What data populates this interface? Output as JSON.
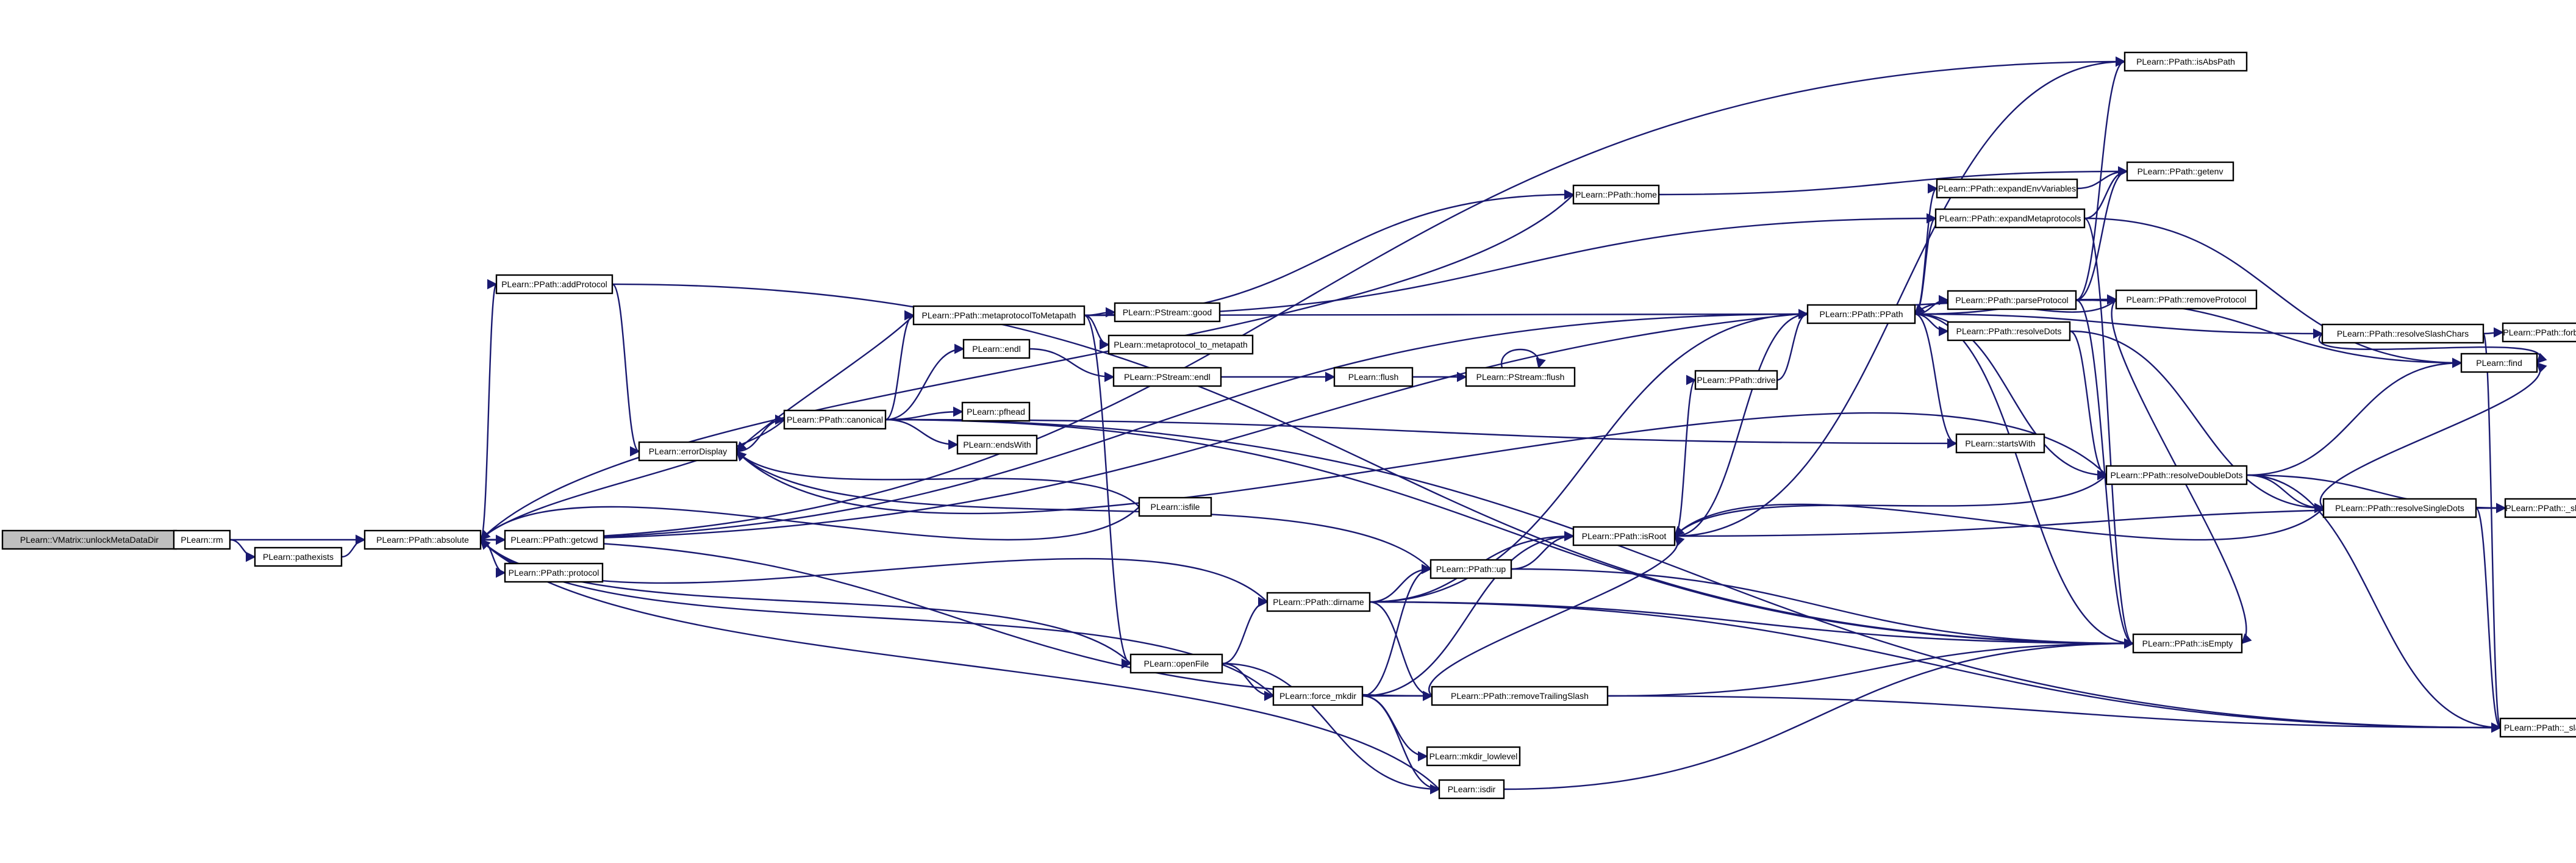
{
  "graph": {
    "nodes": [
      {
        "id": "n0",
        "label": "PLearn::VMatrix::unlockMetaDataDir",
        "root": true
      },
      {
        "id": "n1",
        "label": "PLearn::rm"
      },
      {
        "id": "n2",
        "label": "PLearn::pathexists"
      },
      {
        "id": "n3",
        "label": "PLearn::PPath::absolute"
      },
      {
        "id": "n4",
        "label": "PLearn::PPath::addProtocol"
      },
      {
        "id": "n5",
        "label": "PLearn::PPath::getcwd"
      },
      {
        "id": "n6",
        "label": "PLearn::PPath::protocol"
      },
      {
        "id": "n7",
        "label": "PLearn::errorDisplay"
      },
      {
        "id": "n8",
        "label": "PLearn::PPath::canonical"
      },
      {
        "id": "n9",
        "label": "PLearn::PPath::metaprotocolToMetapath"
      },
      {
        "id": "n10",
        "label": "PLearn::endl"
      },
      {
        "id": "n11",
        "label": "PLearn::PStream::good"
      },
      {
        "id": "n12",
        "label": "PLearn::metaprotocol_to_metapath"
      },
      {
        "id": "n13",
        "label": "PLearn::PStream::endl"
      },
      {
        "id": "n14",
        "label": "PLearn::flush"
      },
      {
        "id": "n15",
        "label": "PLearn::PStream::flush"
      },
      {
        "id": "n16",
        "label": "PLearn::pfhead"
      },
      {
        "id": "n17",
        "label": "PLearn::endsWith"
      },
      {
        "id": "n18",
        "label": "PLearn::isfile"
      },
      {
        "id": "n19",
        "label": "PLearn::openFile"
      },
      {
        "id": "n20",
        "label": "PLearn::force_mkdir"
      },
      {
        "id": "n21",
        "label": "PLearn::PPath::dirname"
      },
      {
        "id": "n22",
        "label": "PLearn::PPath::up"
      },
      {
        "id": "n23",
        "label": "PLearn::PPath::removeTrailingSlash"
      },
      {
        "id": "n24",
        "label": "PLearn::mkdir_lowlevel"
      },
      {
        "id": "n25",
        "label": "PLearn::isdir"
      },
      {
        "id": "n26",
        "label": "PLearn::PPath::home"
      },
      {
        "id": "n27",
        "label": "PLearn::PPath::drive"
      },
      {
        "id": "n28",
        "label": "PLearn::PPath::isRoot"
      },
      {
        "id": "n29",
        "label": "PLearn::PPath::PPath"
      },
      {
        "id": "n30",
        "label": "PLearn::PPath::expandEnvVariables"
      },
      {
        "id": "n31",
        "label": "PLearn::PPath::expandMetaprotocols"
      },
      {
        "id": "n32",
        "label": "PLearn::PPath::parseProtocol"
      },
      {
        "id": "n33",
        "label": "PLearn::PPath::resolveDots"
      },
      {
        "id": "n34",
        "label": "PLearn::startsWith"
      },
      {
        "id": "n35",
        "label": "PLearn::PPath::isAbsPath"
      },
      {
        "id": "n36",
        "label": "PLearn::PPath::getenv"
      },
      {
        "id": "n37",
        "label": "PLearn::PPath::removeProtocol"
      },
      {
        "id": "n38",
        "label": "PLearn::PPath::resolveDoubleDots"
      },
      {
        "id": "n39",
        "label": "PLearn::PPath::resolveSingleDots"
      },
      {
        "id": "n40",
        "label": "PLearn::PPath::isEmpty"
      },
      {
        "id": "n41",
        "label": "PLearn::PPath::resolveSlashChars"
      },
      {
        "id": "n42",
        "label": "PLearn::PPath::forbidden_chars"
      },
      {
        "id": "n43",
        "label": "PLearn::find"
      },
      {
        "id": "n44",
        "label": "PLearn::PPath::_slash"
      },
      {
        "id": "n45",
        "label": "PLearn::PPath::_slash_char"
      }
    ],
    "edges": [
      [
        "n0",
        "n1"
      ],
      [
        "n1",
        "n2"
      ],
      [
        "n1",
        "n3"
      ],
      [
        "n2",
        "n3"
      ],
      [
        "n3",
        "n4"
      ],
      [
        "n3",
        "n5"
      ],
      [
        "n3",
        "n6"
      ],
      [
        "n3",
        "n35"
      ],
      [
        "n3",
        "n29"
      ],
      [
        "n3",
        "n37"
      ],
      [
        "n3",
        "n23"
      ],
      [
        "n4",
        "n7"
      ],
      [
        "n4",
        "n40"
      ],
      [
        "n7",
        "n8"
      ],
      [
        "n8",
        "n3"
      ],
      [
        "n8",
        "n9"
      ],
      [
        "n8",
        "n10"
      ],
      [
        "n8",
        "n16"
      ],
      [
        "n8",
        "n17"
      ],
      [
        "n8",
        "n34"
      ],
      [
        "n8",
        "n40"
      ],
      [
        "n8",
        "n45"
      ],
      [
        "n9",
        "n7"
      ],
      [
        "n9",
        "n11"
      ],
      [
        "n9",
        "n12"
      ],
      [
        "n9",
        "n26"
      ],
      [
        "n9",
        "n31"
      ],
      [
        "n9",
        "n29"
      ],
      [
        "n9",
        "n19"
      ],
      [
        "n10",
        "n13"
      ],
      [
        "n13",
        "n14"
      ],
      [
        "n14",
        "n15"
      ],
      [
        "n15",
        "n15"
      ],
      [
        "n18",
        "n3"
      ],
      [
        "n18",
        "n7"
      ],
      [
        "n19",
        "n3"
      ],
      [
        "n19",
        "n21"
      ],
      [
        "n19",
        "n20"
      ],
      [
        "n19",
        "n25"
      ],
      [
        "n20",
        "n3"
      ],
      [
        "n20",
        "n22"
      ],
      [
        "n20",
        "n28"
      ],
      [
        "n20",
        "n23"
      ],
      [
        "n20",
        "n24"
      ],
      [
        "n20",
        "n25"
      ],
      [
        "n21",
        "n22"
      ],
      [
        "n21",
        "n29"
      ],
      [
        "n21",
        "n28"
      ],
      [
        "n21",
        "n23"
      ],
      [
        "n21",
        "n40"
      ],
      [
        "n21",
        "n45"
      ],
      [
        "n21",
        "n3"
      ],
      [
        "n22",
        "n7"
      ],
      [
        "n22",
        "n28"
      ],
      [
        "n22",
        "n40"
      ],
      [
        "n23",
        "n28"
      ],
      [
        "n23",
        "n40"
      ],
      [
        "n23",
        "n45"
      ],
      [
        "n25",
        "n3"
      ],
      [
        "n25",
        "n40"
      ],
      [
        "n26",
        "n36"
      ],
      [
        "n26",
        "n3"
      ],
      [
        "n27",
        "n29"
      ],
      [
        "n28",
        "n27"
      ],
      [
        "n28",
        "n35"
      ],
      [
        "n28",
        "n29"
      ],
      [
        "n28",
        "n44"
      ],
      [
        "n29",
        "n30"
      ],
      [
        "n29",
        "n31"
      ],
      [
        "n29",
        "n32"
      ],
      [
        "n29",
        "n33"
      ],
      [
        "n29",
        "n34"
      ],
      [
        "n29",
        "n37"
      ],
      [
        "n29",
        "n41"
      ],
      [
        "n29",
        "n38"
      ],
      [
        "n29",
        "n40"
      ],
      [
        "n30",
        "n36"
      ],
      [
        "n31",
        "n36"
      ],
      [
        "n31",
        "n43"
      ],
      [
        "n31",
        "n40"
      ],
      [
        "n32",
        "n35"
      ],
      [
        "n32",
        "n36"
      ],
      [
        "n32",
        "n43"
      ],
      [
        "n32",
        "n40"
      ],
      [
        "n33",
        "n38"
      ],
      [
        "n33",
        "n39"
      ],
      [
        "n37",
        "n29"
      ],
      [
        "n37",
        "n40"
      ],
      [
        "n38",
        "n7"
      ],
      [
        "n38",
        "n28"
      ],
      [
        "n38",
        "n39"
      ],
      [
        "n38",
        "n43"
      ],
      [
        "n38",
        "n44"
      ],
      [
        "n38",
        "n45"
      ],
      [
        "n39",
        "n28"
      ],
      [
        "n39",
        "n43"
      ],
      [
        "n39",
        "n44"
      ],
      [
        "n39",
        "n45"
      ],
      [
        "n41",
        "n42"
      ],
      [
        "n41",
        "n43"
      ],
      [
        "n41",
        "n45"
      ]
    ]
  }
}
